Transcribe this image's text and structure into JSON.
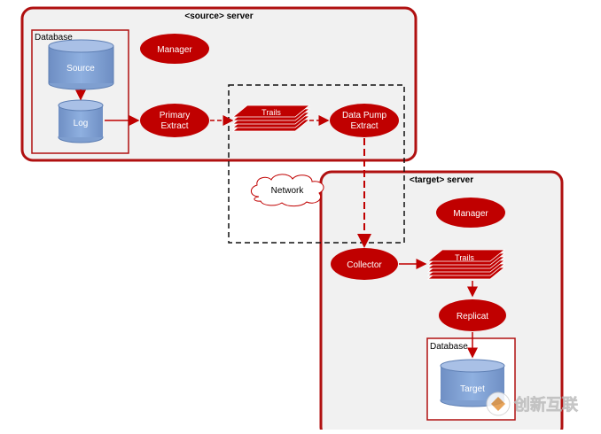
{
  "source_server": {
    "title": "<source> server"
  },
  "target_server": {
    "title": "<target> server"
  },
  "source_database": {
    "label": "Database",
    "source_label": "Source",
    "log_label": "Log"
  },
  "target_database": {
    "label": "Database",
    "target_label": "Target"
  },
  "nodes": {
    "manager_source": "Manager",
    "primary_extract_line1": "Primary",
    "primary_extract_line2": "Extract",
    "trails_source": "Trails",
    "data_pump_line1": "Data Pump",
    "data_pump_line2": "Extract",
    "network": "Network",
    "manager_target": "Manager",
    "collector": "Collector",
    "trails_target": "Trails",
    "replicat": "Replicat"
  },
  "watermark": {
    "text": "创新互联"
  },
  "colors": {
    "accent_red": "#b01010",
    "node_red": "#c00000",
    "panel_bg": "#f1f1f1",
    "cylinder_blue": "#7f9fd0",
    "cylinder_top": "#a9c0e6"
  }
}
